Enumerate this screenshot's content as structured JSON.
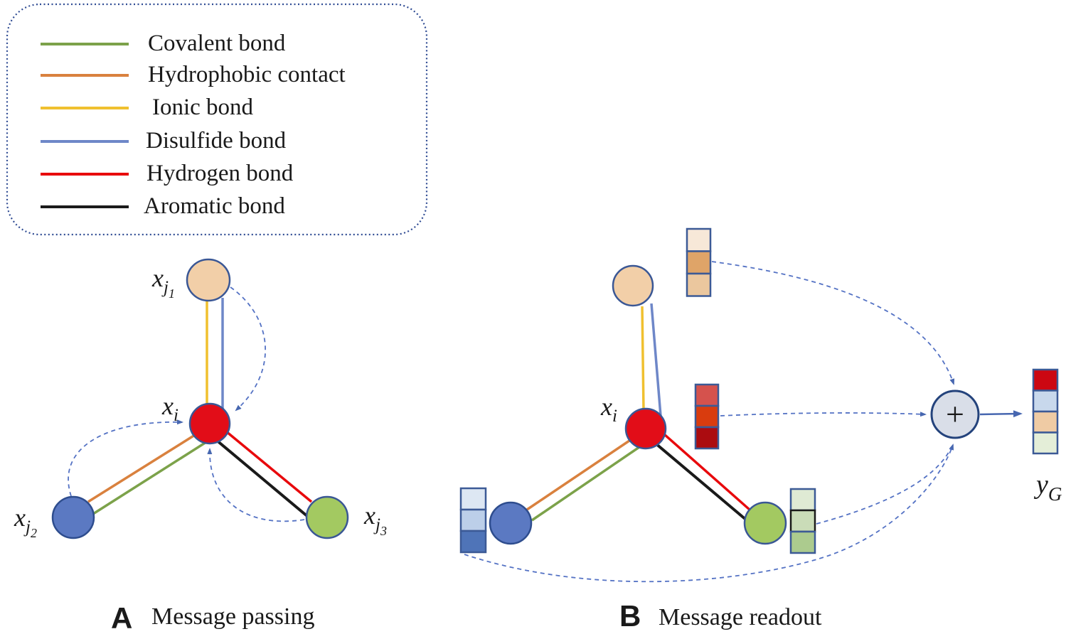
{
  "legend": {
    "items": [
      {
        "label": "Covalent bond",
        "color": "#7CA24A"
      },
      {
        "label": "Hydrophobic contact",
        "color": "#D9813E"
      },
      {
        "label": "Ionic bond",
        "color": "#F0C02F"
      },
      {
        "label": "Disulfide bond",
        "color": "#6E87C8"
      },
      {
        "label": "Hydrogen bond",
        "color": "#E8090C"
      },
      {
        "label": "Aromatic bond",
        "color": "#1A1A1A"
      }
    ]
  },
  "panel_a": {
    "tag": "A",
    "caption": "Message passing",
    "labels": {
      "xi": {
        "base": "x",
        "sub": "i"
      },
      "xj1": {
        "base": "x",
        "sub": "j",
        "subsub": "1"
      },
      "xj2": {
        "base": "x",
        "sub": "j",
        "subsub": "2"
      },
      "xj3": {
        "base": "x",
        "sub": "j",
        "subsub": "3"
      }
    },
    "node_colors": {
      "xi": "#E20D18",
      "xj1": "#F2CFA8",
      "xj2": "#5B79C2",
      "xj3": "#A3C961"
    }
  },
  "panel_b": {
    "tag": "B",
    "caption": "Message readout",
    "label_xi": {
      "base": "x",
      "sub": "i"
    },
    "node_colors": {
      "xi": "#E20D18",
      "xj1": "#F2CFA8",
      "xj2": "#5B79C2",
      "xj3": "#A3C961"
    },
    "vectors": {
      "xj1": [
        "#F7E8D8",
        "#DFA468",
        "#EBC79E"
      ],
      "xi": [
        "#D5524D",
        "#D93C0E",
        "#AB0C10"
      ],
      "xj2": [
        "#DDE7F3",
        "#BCCFE9",
        "#4F74B8"
      ],
      "xj3": [
        "#DFEAD4",
        "#CADCB8",
        "#ACCB8E"
      ]
    },
    "aggregator": {
      "symbol": "+"
    },
    "output": {
      "label": {
        "base": "y",
        "sub": "G"
      },
      "cells": [
        "#CC0712",
        "#C8D8EC",
        "#EFCBA4",
        "#E4EED8"
      ]
    }
  },
  "colors": {
    "legend_border": "#2F4B93",
    "node_stroke": "#3A5795",
    "vector_stroke": "#3C5A96",
    "vector_stroke_black": "#1A1A1A",
    "dashed_arrow": "#5472C4",
    "arrow_head": "#4767B0",
    "plus_fill": "#D9DEE8",
    "plus_stroke": "#24437C"
  }
}
